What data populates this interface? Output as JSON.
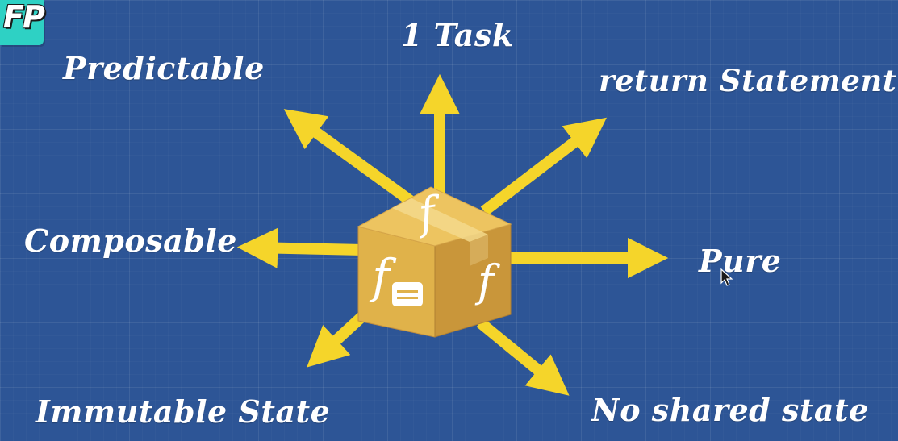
{
  "logo": {
    "text": "FP"
  },
  "center": {
    "symbol": "f",
    "icon": "package-box-icon"
  },
  "labels": {
    "one_task": "1 Task",
    "predictable": "Predictable",
    "return_statement": "return Statement",
    "composable": "Composable",
    "pure": "Pure",
    "immutable_state": "Immutable State",
    "no_shared_state": "No shared state"
  },
  "colors": {
    "background": "#2d5596",
    "arrow": "#f5d52a",
    "box_front": "#e0b24a",
    "box_side": "#c9963a",
    "box_top": "#edc460",
    "text": "#ffffff",
    "logo_bg": "#2ed1c4"
  }
}
